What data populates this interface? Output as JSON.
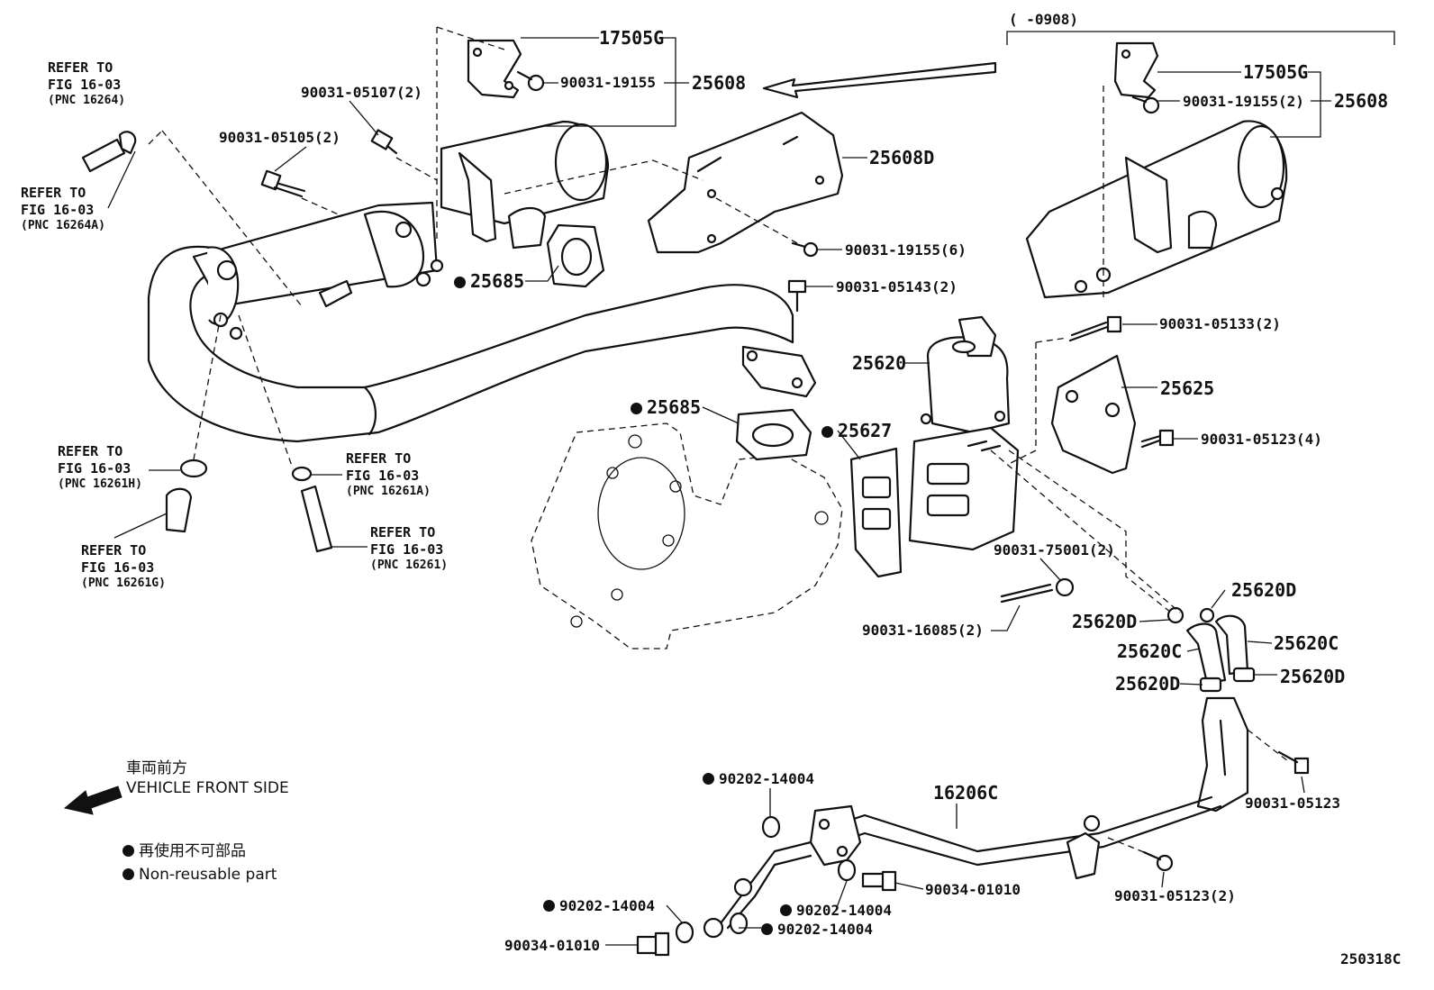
{
  "header": {
    "date_range": "(      -0908)"
  },
  "diagram_code": "250318C",
  "direction": {
    "jp": "車両前方",
    "en": "VEHICLE FRONT SIDE"
  },
  "legend": {
    "jp": "再使用不可部品",
    "en": "Non-reusable part"
  },
  "refs": {
    "r16264": {
      "line1": "REFER TO",
      "line2": "FIG 16-03",
      "pnc": "(PNC 16264)"
    },
    "r16264a": {
      "line1": "REFER TO",
      "line2": "FIG 16-03",
      "pnc": "(PNC 16264A)"
    },
    "r16261h": {
      "line1": "REFER TO",
      "line2": "FIG 16-03",
      "pnc": "(PNC 16261H)"
    },
    "r16261g": {
      "line1": "REFER TO",
      "line2": "FIG 16-03",
      "pnc": "(PNC 16261G)"
    },
    "r16261a": {
      "line1": "REFER TO",
      "line2": "FIG 16-03",
      "pnc": "(PNC 16261A)"
    },
    "r16261": {
      "line1": "REFER TO",
      "line2": "FIG 16-03",
      "pnc": "(PNC 16261)"
    }
  },
  "parts": {
    "p17505g_a": "17505G",
    "p19155_a": "90031-19155",
    "p25608_a": "25608",
    "p05107": "90031-05107(2)",
    "p05105": "90031-05105(2)",
    "p25608d": "25608D",
    "p19155_6": "90031-19155(6)",
    "p25685_a": "25685",
    "p05143": "90031-05143(2)",
    "p17505g_b": "17505G",
    "p19155_2": "90031-19155(2)",
    "p25608_b": "25608",
    "p05133": "90031-05133(2)",
    "p25620": "25620",
    "p25625": "25625",
    "p05123_4": "90031-05123(4)",
    "p25685_b": "25685",
    "p25627": "25627",
    "p75001": "90031-75001(2)",
    "p16085": "90031-16085(2)",
    "p25620d_a": "25620D",
    "p25620d_b": "25620D",
    "p25620c_a": "25620C",
    "p25620c_b": "25620C",
    "p25620d_c": "25620D",
    "p25620d_d": "25620D",
    "p05123": "90031-05123",
    "p16206c": "16206C",
    "p14004_a": "90202-14004",
    "p14004_b": "90202-14004",
    "p14004_c": "90202-14004",
    "p14004_d": "90202-14004",
    "p01010_a": "90034-01010",
    "p01010_b": "90034-01010",
    "p05123_2": "90031-05123(2)"
  }
}
